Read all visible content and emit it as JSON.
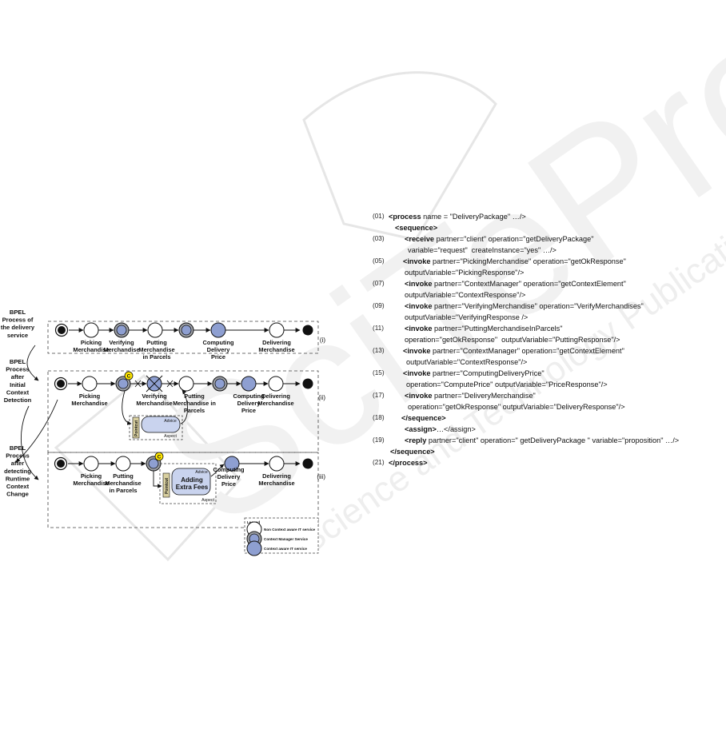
{
  "watermark": {
    "big": "SciTePress",
    "small": "Science and Technology Publications"
  },
  "side_labels": [
    "BPEL\nProcess of\nthe delivery\nservice",
    "BPEL\nProcess\nafter\nInitial\nContext\nDetection",
    "BPEL\nProcess\nafter\ndetecting\nRuntime\nContext\nChange"
  ],
  "row_labels": [
    "(i)",
    "(ii)",
    "(iii)"
  ],
  "rows": [
    {
      "tasks": [
        {
          "label": "Picking\nMerchandise",
          "kind": "plain"
        },
        {
          "label": "Verifying\nMerchandise",
          "kind": "manager"
        },
        {
          "label": "Putting\nMerchandise\nin Parcels",
          "kind": "plain"
        },
        {
          "label": "",
          "kind": "manager"
        },
        {
          "label": "Computing\nDelivery\nPrice",
          "kind": "aware"
        },
        {
          "label": "Delivering\nMerchandise",
          "kind": "plain"
        }
      ]
    },
    {
      "tasks": [
        {
          "label": "Picking\nMerchandise",
          "kind": "plain"
        },
        {
          "label": "",
          "kind": "manager"
        },
        {
          "label": "Verifying\nMerchandise",
          "kind": "aware"
        },
        {
          "label": "Putting\nMerchandise in\nParcels",
          "kind": "plain"
        },
        {
          "label": "",
          "kind": "manager"
        },
        {
          "label": "Computing\nDelivery\nPrice",
          "kind": "aware"
        },
        {
          "label": "Delivering\nMerchandise",
          "kind": "plain"
        }
      ]
    },
    {
      "tasks": [
        {
          "label": "Picking\nMerchandise",
          "kind": "plain"
        },
        {
          "label": "Putting\nMerchandise\nin Parcels",
          "kind": "plain"
        },
        {
          "label": "",
          "kind": "manager"
        },
        {
          "label": "Computing\nDelivery\nPrice",
          "kind": "aware"
        },
        {
          "label": "Delivering\nMerchandise",
          "kind": "plain"
        }
      ]
    }
  ],
  "aspect_ii": {
    "advice": "Advice",
    "aspect": "Aspect",
    "pointcut": "Pointcut",
    "content": ""
  },
  "aspect_iii": {
    "advice": "Advice",
    "aspect": "Aspect",
    "pointcut": "Pointcut",
    "content": "Adding\nExtra Fees"
  },
  "c_marker": "C",
  "legend": {
    "title": "Legend",
    "items": [
      {
        "label": "Non Context aware IT service",
        "kind": "plain"
      },
      {
        "label": "Context Manager Service",
        "kind": "manager"
      },
      {
        "label": "Context aware IT service",
        "kind": "aware"
      }
    ]
  },
  "colors": {
    "aware": "#8e9fd1",
    "manager": "#a4a7ad",
    "advice": "#c9d3ee",
    "line": "#111111",
    "watermark": "#ebebeb",
    "accent": "#ffe600"
  },
  "code_lines": [
    {
      "num": "(01)",
      "kw": "<process",
      "rest": " name = \"DeliveryPackage\" …/>"
    },
    {
      "num": "",
      "kw": "<sequence>",
      "rest": ""
    },
    {
      "num": "(03)",
      "kw": "<receive",
      "rest": " partner=\"client\" operation=\"getDeliveryPackage\""
    },
    {
      "num": "",
      "kw": "",
      "rest": "variable=\"request\"  createInstance=\"yes\" …/>"
    },
    {
      "num": "(05)",
      "kw": "<invoke",
      "rest": " partner=\"PickingMerchandise\" operation=\"getOkResponse\""
    },
    {
      "num": "",
      "kw": "",
      "rest": "outputVariable=\"PickingResponse\"/>"
    },
    {
      "num": "(07)",
      "kw": "<invoke",
      "rest": " partner=\"ContextManager\" operation=\"getContextElement\""
    },
    {
      "num": "",
      "kw": "",
      "rest": "outputVariable=\"ContextResponse\"/>"
    },
    {
      "num": "(09)",
      "kw": "<invoke",
      "rest": " partner=\"VerifyingMerchandise\" operation=\"VerifyMerchandises\""
    },
    {
      "num": "",
      "kw": "",
      "rest": "outputVariable=\"VerifyingResponse />"
    },
    {
      "num": "(11)",
      "kw": "<invoke",
      "rest": " partner=\"PuttingMerchandiseInParcels\""
    },
    {
      "num": "",
      "kw": "",
      "rest": "operation=\"getOkResponse\"  outputVariable=\"PuttingResponse\"/>"
    },
    {
      "num": "(13)",
      "kw": "<invoke",
      "rest": " partner=\"ContextManager\" operation=\"getContextElement\""
    },
    {
      "num": "",
      "kw": "",
      "rest": "outputVariable=\"ContextResponse\"/>"
    },
    {
      "num": "(15)",
      "kw": "<invoke",
      "rest": " partner=\"ComputingDeliveryPrice\""
    },
    {
      "num": "",
      "kw": "",
      "rest": "operation=\"ComputePrice\" outputVariable=\"PriceResponse\"/>"
    },
    {
      "num": "(17)",
      "kw": "<invoke",
      "rest": " partner=\"DeliveryMerchandise\""
    },
    {
      "num": "",
      "kw": "",
      "rest": "operation=\"getOkResponse\" outputVariable=\"DeliveryResponse\"/>"
    },
    {
      "num": "(18)",
      "kw": "</sequence>",
      "rest": ""
    },
    {
      "num": "",
      "kw": "<assign>",
      "rest": "…</assign>"
    },
    {
      "num": "(19)",
      "kw": "<reply",
      "rest": " partner=\"client\" operation=\" getDeliveryPackage \" variable=\"proposition\" …/>"
    },
    {
      "num": "",
      "kw": "</sequence>",
      "rest": ""
    },
    {
      "num": "(21)",
      "kw": "</process>",
      "rest": ""
    }
  ]
}
